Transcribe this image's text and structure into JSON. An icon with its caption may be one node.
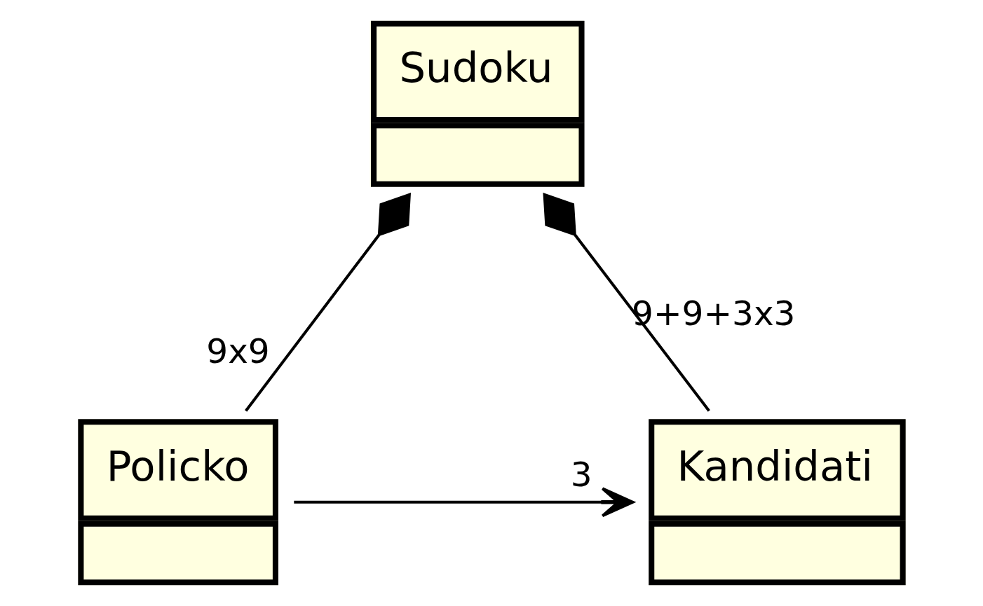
{
  "diagram": {
    "nodes": [
      {
        "text": [
          "Sudoku"
        ]
      },
      {
        "text": [
          "Policko"
        ]
      },
      {
        "text": [
          "Kandidati"
        ]
      }
    ],
    "edges": [
      {
        "from": 0,
        "to": 1,
        "arrow": "other",
        "label": "9x9"
      },
      {
        "from": 0,
        "to": 2,
        "arrow": "other",
        "label": "9+9+3x3"
      },
      {
        "from": 1,
        "to": 2,
        "arrow": "to",
        "label": "3"
      }
    ]
  }
}
